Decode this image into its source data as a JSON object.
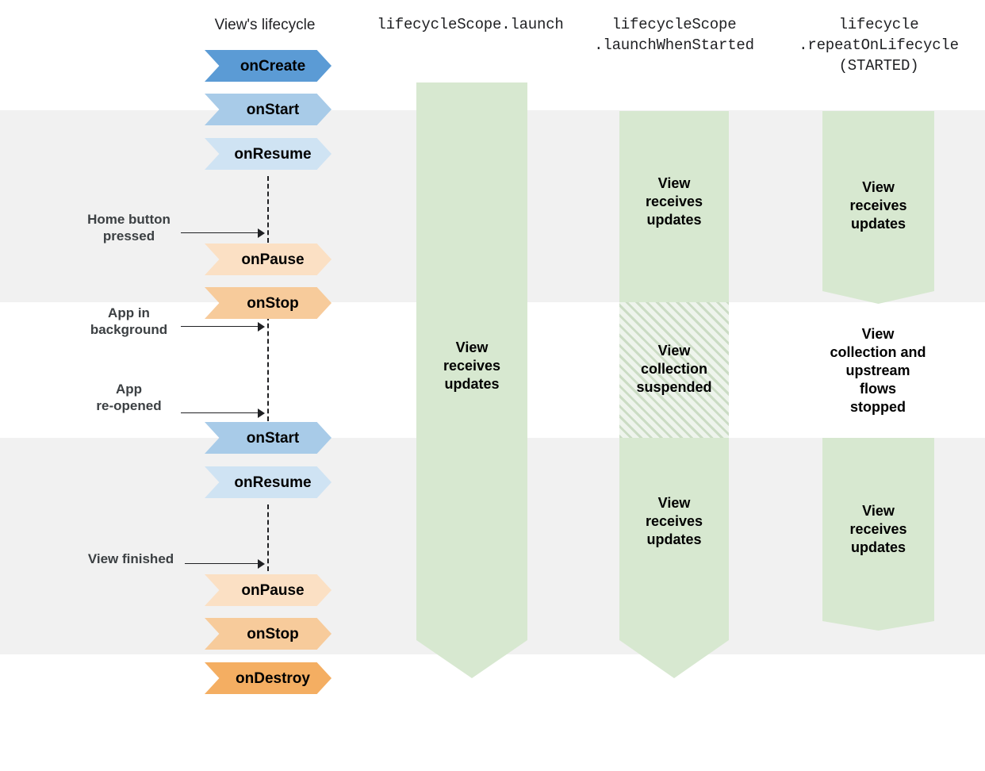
{
  "meta": {
    "palette": {
      "band_grey": "#f1f1f1",
      "green_bar": "#d7e8d0",
      "hatch_line": "#cbdcc4",
      "hatch_fill": "#eef4ec",
      "blue_dark": "#5b9bd5",
      "blue_mid": "#a8cbe8",
      "blue_light": "#cfe3f3",
      "orange_light": "#fbe0c4",
      "orange_mid": "#f7cb9b",
      "orange_dark": "#f4ae62",
      "text": "#000000",
      "label_text": "#3c4043"
    }
  },
  "columns": [
    {
      "id": "view-lifecycle",
      "label": "View's lifecycle",
      "style": "sans"
    },
    {
      "id": "lifecyclescope-launch",
      "label": "lifecycleScope.launch",
      "style": "mono"
    },
    {
      "id": "lifecyclescope-launchwhenstarted",
      "label": "lifecycleScope\n.launchWhenStarted",
      "style": "mono"
    },
    {
      "id": "lifecycle-repeatonlifecycle",
      "label": "lifecycle\n.repeatOnLifecycle\n(STARTED)",
      "style": "mono"
    }
  ],
  "lifecycle_events": [
    {
      "id": "oncreate",
      "label": "onCreate",
      "color": "#5b9bd5"
    },
    {
      "id": "onstart-1",
      "label": "onStart",
      "color": "#a8cbe8"
    },
    {
      "id": "onresume-1",
      "label": "onResume",
      "color": "#cfe3f3"
    },
    {
      "id": "onpause-1",
      "label": "onPause",
      "color": "#fbe0c4"
    },
    {
      "id": "onstop-1",
      "label": "onStop",
      "color": "#f7cb9b"
    },
    {
      "id": "onstart-2",
      "label": "onStart",
      "color": "#a8cbe8"
    },
    {
      "id": "onresume-2",
      "label": "onResume",
      "color": "#cfe3f3"
    },
    {
      "id": "onpause-2",
      "label": "onPause",
      "color": "#fbe0c4"
    },
    {
      "id": "onstop-2",
      "label": "onStop",
      "color": "#f7cb9b"
    },
    {
      "id": "ondestroy",
      "label": "onDestroy",
      "color": "#f4ae62"
    }
  ],
  "user_events": [
    {
      "id": "home-button-pressed",
      "label": "Home button\npressed"
    },
    {
      "id": "app-in-background",
      "label": "App in\nbackground"
    },
    {
      "id": "app-re-opened",
      "label": "App\nre-opened"
    },
    {
      "id": "view-finished",
      "label": "View finished"
    }
  ],
  "scope_states": {
    "launch": [
      {
        "id": "launch-receives",
        "label": "View\nreceives\nupdates"
      }
    ],
    "launch_when_started": [
      {
        "id": "lws-receives-1",
        "label": "View\nreceives\nupdates"
      },
      {
        "id": "lws-suspended",
        "label": "View\ncollection\nsuspended"
      },
      {
        "id": "lws-receives-2",
        "label": "View\nreceives\nupdates"
      }
    ],
    "repeat_on_lifecycle": [
      {
        "id": "rol-receives-1",
        "label": "View\nreceives\nupdates"
      },
      {
        "id": "rol-stopped",
        "label": "View\ncollection and\nupstream\nflows\nstopped"
      },
      {
        "id": "rol-receives-2",
        "label": "View\nreceives\nupdates"
      }
    ]
  }
}
